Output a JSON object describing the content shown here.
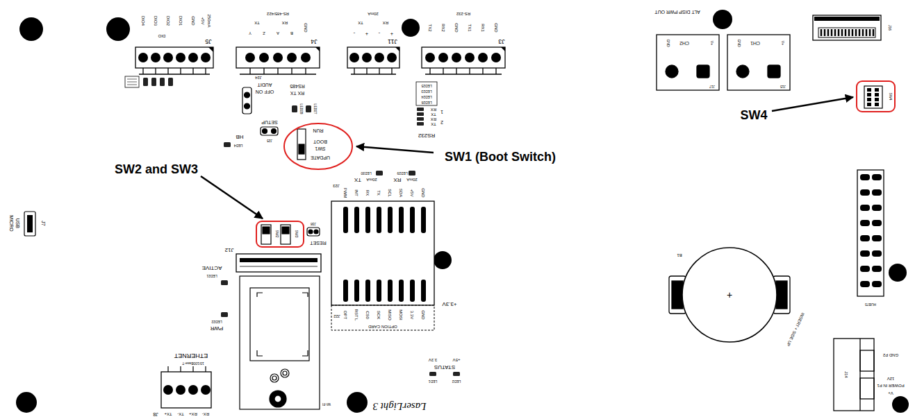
{
  "diagram": {
    "nodes": [
      {
        "text": [
          "SW4"
        ]
      },
      {
        "text": [
          "RUN",
          "BOOT",
          "SW1",
          "UPDATE"
        ]
      },
      {
        "text": [
          "SW2",
          "SW3"
        ]
      }
    ],
    "labels": [
      "SW1 (Boot Switch)",
      "SW2 and SW3",
      "SW4",
      "DIO4",
      "DIO3",
      "DIO2",
      "DIO1",
      "GND",
      "+5V",
      "250mA",
      "DIO",
      "J5",
      "RS-485/422",
      "TX",
      "RX",
      "Y",
      "Z",
      "A",
      "B",
      "GND",
      "J4",
      "20mA",
      "TX",
      "RX",
      "-",
      "+",
      "-",
      "+",
      "J11",
      "RS-232",
      "TX2",
      "RX2",
      "GND",
      "TX1",
      "RX1",
      "GND",
      "J3",
      "ALT DISP PWR OUT",
      "GND",
      "CH2",
      "V+",
      "J17",
      "GND",
      "CH1",
      "V+",
      "J15",
      "J16",
      "J24",
      "AUDIT",
      "OFF ON",
      "RS485",
      "RX TX",
      "LED28",
      "LED27",
      "SETUP",
      "J25",
      "HB",
      "LED4",
      "LED25",
      "LED23",
      "LED24",
      "LED26",
      "RX",
      "TX",
      "RX",
      "TX",
      "1",
      "2",
      "RS232",
      "LED30",
      "TX",
      "20mA",
      "LED29",
      "RX",
      "20mA",
      "J23",
      "PWM",
      "INT",
      "RX",
      "TX",
      "SCL",
      "SDA",
      "+5V",
      "GND",
      "J22",
      "OPT",
      "RST L",
      "CS0",
      "SCK",
      "MISO",
      "MOSI",
      "3.3V",
      "GND",
      "OPTION CARD",
      "+3.3V",
      "RESET",
      "J38",
      "J12",
      "ACTIVE",
      "LED21",
      "LED22",
      "PWR",
      "MICRO",
      "USB",
      "J7",
      "ETHERNET",
      "10/100Base-T",
      "TX+",
      "TX-",
      "RX+",
      "RX-",
      "J8",
      "WI-FI",
      "LaserLight 3",
      "STATUS",
      "3.3V",
      "+5V",
      "LED1",
      "LED2",
      "B1",
      "+",
      "INSERT + SIDE UP",
      "HUB75",
      "J14",
      "GND P2",
      "12V",
      "POWER IN P1",
      "V+"
    ]
  }
}
